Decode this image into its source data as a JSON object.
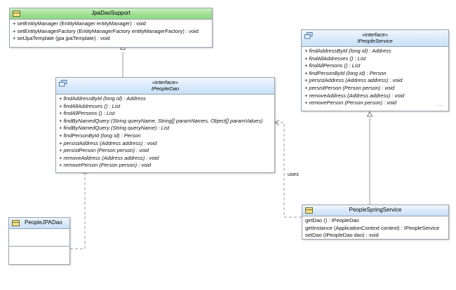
{
  "diagram": {
    "type": "uml-class-diagram",
    "background": "#ffffff",
    "colors": {
      "class_header_green": "#9fe093",
      "interface_header_blue": "#dcebfb",
      "box_border": "#9aa3ad",
      "connector": "#9a9a9a",
      "class_icon_fill": "#f5e08a",
      "interface_icon_fill": "#b8d4f0"
    }
  },
  "boxes": {
    "jpa_dao_support": {
      "name": "JpaDaoSupport",
      "kind": "class",
      "icon": "class-icon",
      "header_style": "green",
      "members": [
        "+ setEntityManager (EntityManager entityManager) : void",
        "+ setEntityManagerFactory (EntityManagerFactory entityManagerFactory) : void",
        "+ setJpaTemplate (jpa jpaTemplate) : void"
      ]
    },
    "ipeople_dao": {
      "stereotype": "«interface»",
      "name": "IPeopleDao",
      "kind": "interface",
      "icon": "interface-icon",
      "header_style": "blue",
      "members": [
        "+ findAddressById (long id) : Address",
        "+ findAllAddresses () : List",
        "+ findAllPersons () : List",
        "+ findByNamedQuery (String queryName, String[] paramNames, Object[] paramValues)",
        "+ findByNamedQuery (String queryName) : List",
        "+ findPersonById (long id) : Person",
        "+ persistAddress (Address address) : void",
        "+ persistPerson (Person person) : void",
        "+ removeAddress (Address address) : void",
        "+ removePerson (Person person) : void"
      ]
    },
    "ipeople_service": {
      "stereotype": "«interface»",
      "name": "IPeopleService",
      "kind": "interface",
      "icon": "interface-icon",
      "header_style": "blue",
      "members": [
        "+ findAddressById (long id) : Address",
        "+ findAllAddresses () : List",
        "+ findAllPersons () : List",
        "+ findPersonById (long id) : Person",
        "+ persistAddress (Address address) : void",
        "+ persistPerson (Person person) : void",
        "+ removeAddress (Address address) : void",
        "+ removePerson (Person person) : void"
      ],
      "overflow_indicator": "..."
    },
    "people_spring_service": {
      "name": "PeopleSpringService",
      "kind": "class",
      "icon": "class-icon",
      "header_style": "blue",
      "members": [
        "getDao () : IPeopleDao",
        "getInstance (ApplicationContext context) : IPeopleService",
        "setDao (IPeopleDao dao) : void"
      ]
    },
    "people_jpa_dao": {
      "name": "PeopleJPADao",
      "kind": "class",
      "icon": "class-icon",
      "header_style": "blue",
      "members": []
    }
  },
  "edges": {
    "uses_label": "uses"
  }
}
